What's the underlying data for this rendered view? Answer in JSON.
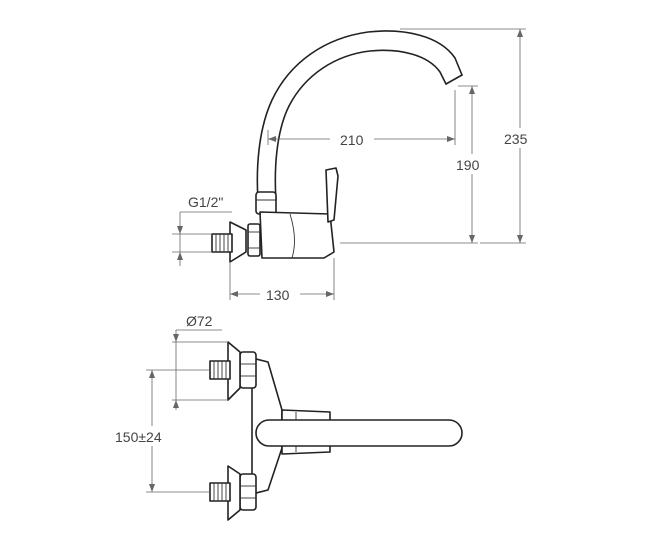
{
  "dimensions": {
    "spout_reach": "210",
    "spout_height_inner": "190",
    "spout_height_total": "235",
    "thread_size": "G1/2\"",
    "body_depth": "130",
    "flange_diameter": "Ø72",
    "inlet_spacing": "150±24"
  },
  "colors": {
    "line": "#222222",
    "dimension_line": "#666666",
    "text": "#444444"
  }
}
